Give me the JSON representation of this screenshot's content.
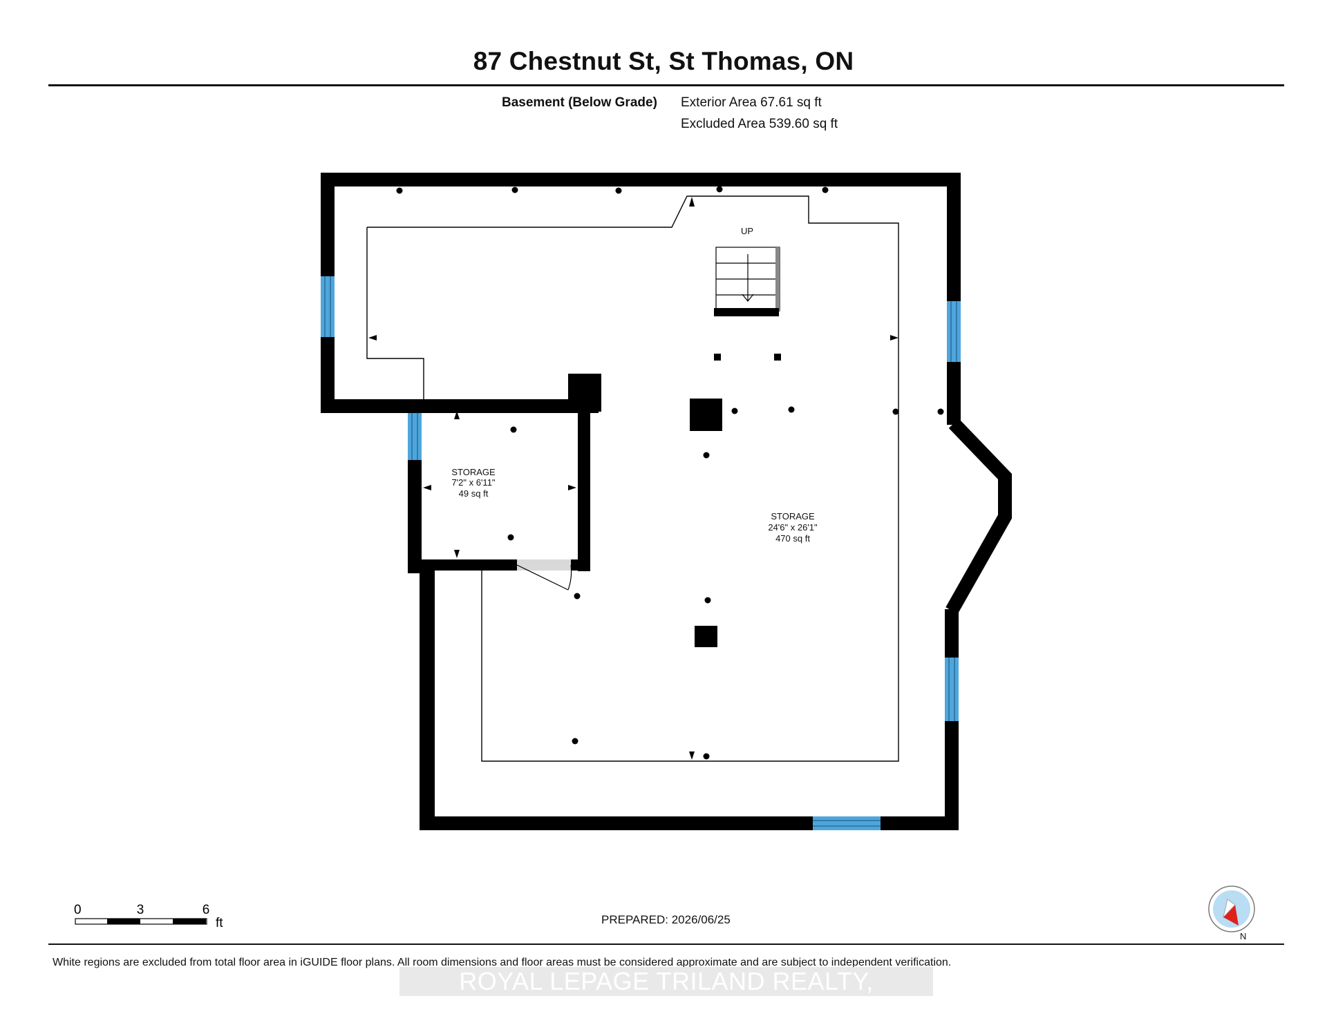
{
  "header": {
    "title": "87 Chestnut St, St Thomas, ON"
  },
  "summary": {
    "floor_label": "Basement (Below Grade)",
    "exterior_area": "Exterior Area 67.61 sq ft",
    "excluded_area": "Excluded Area 539.60 sq ft"
  },
  "plan": {
    "stairs_label": "UP",
    "rooms": [
      {
        "name": "STORAGE",
        "dimensions": "7'2\" x 6'11\"",
        "area": "49 sq ft"
      },
      {
        "name": "STORAGE",
        "dimensions": "24'6\" x 26'1\"",
        "area": "470 sq ft"
      }
    ],
    "colors": {
      "wall": "#000000",
      "window": "#4da6dc",
      "door": "#d9d9d9"
    }
  },
  "scale_bar": {
    "ticks": [
      "0",
      "3",
      "6"
    ],
    "unit": "ft"
  },
  "footer": {
    "prepared": "PREPARED: 2026/06/25",
    "disclaimer": "White regions are excluded from total floor area in iGUIDE floor plans. All room dimensions and floor areas must be considered approximate and are subject to independent verification.",
    "watermark": "ROYAL LEPAGE TRILAND REALTY, Brokerage"
  },
  "compass": {
    "label": "N",
    "colors": {
      "ring": "#b9ddf2",
      "needle": "#e0201b"
    }
  }
}
